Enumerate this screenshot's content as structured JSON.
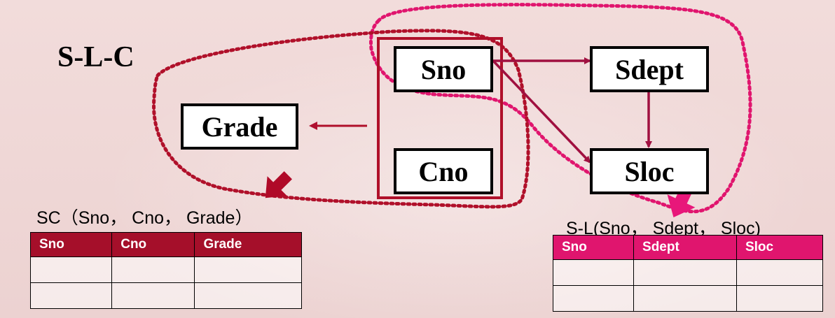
{
  "title": "S-L-C",
  "nodes": {
    "sno": "Sno",
    "cno": "Cno",
    "grade": "Grade",
    "sdept": "Sdept",
    "sloc": "Sloc"
  },
  "relations": {
    "sc": {
      "label": "SC（Sno， Cno， Grade）",
      "headers": [
        "Sno",
        "Cno",
        "Grade"
      ],
      "rows": [
        [
          "",
          "",
          ""
        ],
        [
          "",
          "",
          ""
        ]
      ]
    },
    "sl": {
      "label": "S-L(Sno， Sdept， Sloc)",
      "headers": [
        "Sno",
        "Sdept",
        "Sloc"
      ],
      "rows": [
        [
          "",
          "",
          ""
        ],
        [
          "",
          "",
          ""
        ]
      ]
    }
  },
  "colors": {
    "dark_red": "#a50f2a",
    "pink": "#e0156e",
    "arrow": "#b0124a"
  }
}
